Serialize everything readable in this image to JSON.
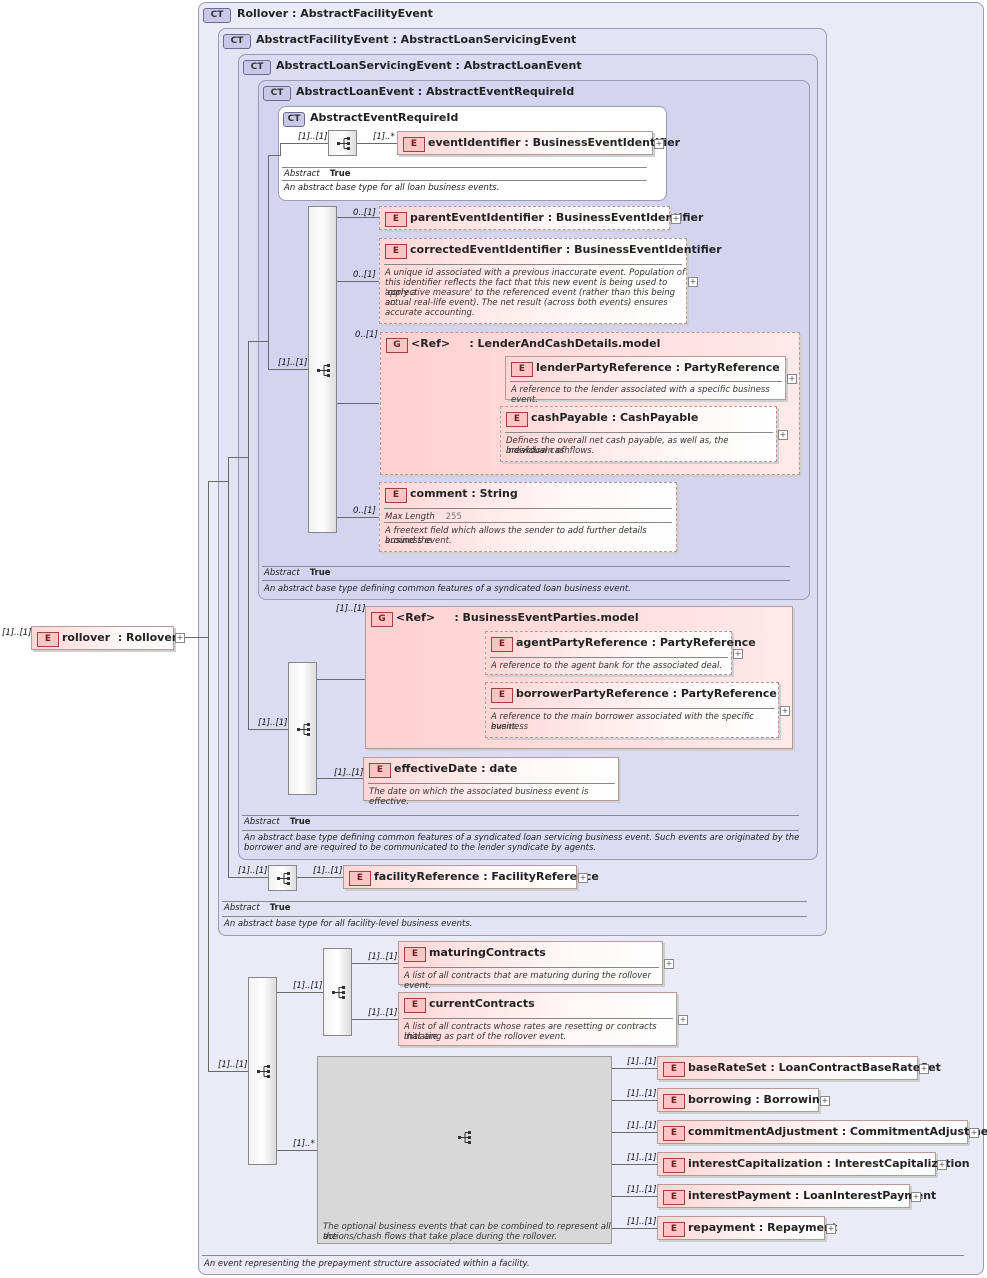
{
  "badges": {
    "complex_type": "CT",
    "element": "E",
    "group": "G",
    "plus": "+"
  },
  "root": {
    "card": "[1]..[1]",
    "name": "rollover",
    "type": ": Rollover"
  },
  "rollover": {
    "name": "Rollover",
    "base": ": AbstractFacilityEvent",
    "doc": "An event representing the prepayment structure associated within a facility."
  },
  "facility_event": {
    "name": "AbstractFacilityEvent",
    "base": ": AbstractLoanServicingEvent",
    "abstract_label": "Abstract",
    "abstract_value": "True",
    "doc": "An abstract base type for all facility-level business events."
  },
  "servicing_event": {
    "name": "AbstractLoanServicingEvent",
    "base": ": AbstractLoanEvent",
    "abstract_label": "Abstract",
    "abstract_value": "True",
    "doc_1": "An abstract base type defining common features of a syndicated loan servicing business event. Such events are originated by the",
    "doc_2": "borrower and are required to be communicated to the lender syndicate by agents."
  },
  "loan_event": {
    "name": "AbstractLoanEvent",
    "base": ": AbstractEventRequireId",
    "abstract_label": "Abstract",
    "abstract_value": "True",
    "doc": "An abstract base type defining common features of a syndicated loan business event."
  },
  "require_id": {
    "name": "AbstractEventRequireId",
    "abstract_label": "Abstract",
    "abstract_value": "True",
    "doc": "An abstract base type for all loan business events."
  },
  "cards": {
    "c11": "[1]..[1]",
    "c1star": "[1]..*",
    "c01": "0..[1]",
    "c01b": "0..[1]"
  },
  "elements": {
    "event_identifier": {
      "name": "eventIdentifier",
      "type": ": BusinessEventIdentifier"
    },
    "parent_event_identifier": {
      "name": "parentEventIdentifier",
      "type": ": BusinessEventIdentifier"
    },
    "corrected_event_identifier": {
      "name": "correctedEventIdentifier",
      "type": ": BusinessEventIdentifier",
      "doc_1": "A unique id associated with a previous inaccurate event. Population of",
      "doc_2": "this identifier reflects the fact that this new event is being used to apply a",
      "doc_3": "'corrective measure' to the referenced event (rather than this being an",
      "doc_4": "actual real-life event). The net result (across both events) ensures",
      "doc_5": "accurate accounting."
    },
    "lender_group": {
      "ref": "<Ref>",
      "name": ": LenderAndCashDetails.model"
    },
    "lender_party_reference": {
      "name": "lenderPartyReference",
      "type": ": PartyReference",
      "doc": "A reference to the lender associated with a specific business event."
    },
    "cash_payable": {
      "name": "cashPayable",
      "type": ": CashPayable",
      "doc_1": "Defines the overall net cash payable, as well as, the breakdown of",
      "doc_2": "individual cashflows."
    },
    "comment": {
      "name": "comment",
      "type": ": String",
      "facet_label": "Max Length",
      "facet_value": "255",
      "doc_1": "A freetext field which allows the sender to add further details around the",
      "doc_2": "business event."
    },
    "parties_group": {
      "ref": "<Ref>",
      "name": ": BusinessEventParties.model"
    },
    "agent_party_reference": {
      "name": "agentPartyReference",
      "type": ": PartyReference",
      "doc": "A reference to the agent bank for the associated deal."
    },
    "borrower_party_reference": {
      "name": "borrowerPartyReference",
      "type": ": PartyReference",
      "doc_1": "A reference to the main borrower associated with the specific business",
      "doc_2": "event."
    },
    "effective_date": {
      "name": "effectiveDate",
      "type": ": date",
      "doc": "The date on which the associated business event is effective."
    },
    "facility_reference": {
      "name": "facilityReference",
      "type": ": FacilityReference"
    },
    "maturing_contracts": {
      "name": "maturingContracts",
      "doc": "A list of all contracts that are maturing during the rollover event."
    },
    "current_contracts": {
      "name": "currentContracts",
      "doc_1": "A list of all contracts whose rates are resetting or contracts that are",
      "doc_2": "initiating as part of the rollover event."
    },
    "optional_events_doc_1": "The optional business events that can be combined to represent all the",
    "optional_events_doc_2": "actions/chash flows that take place during the rollover.",
    "base_rate_set": {
      "name": "baseRateSet",
      "type": ": LoanContractBaseRateSet"
    },
    "borrowing": {
      "name": "borrowing",
      "type": ": Borrowing"
    },
    "commitment_adjustment": {
      "name": "commitmentAdjustment",
      "type": ": CommitmentAdjustment"
    },
    "interest_capitalization": {
      "name": "interestCapitalization",
      "type": ": InterestCapitalization"
    },
    "interest_payment": {
      "name": "interestPayment",
      "type": ": LoanInterestPayment"
    },
    "repayment": {
      "name": "repayment",
      "type": ": Repayment"
    }
  }
}
